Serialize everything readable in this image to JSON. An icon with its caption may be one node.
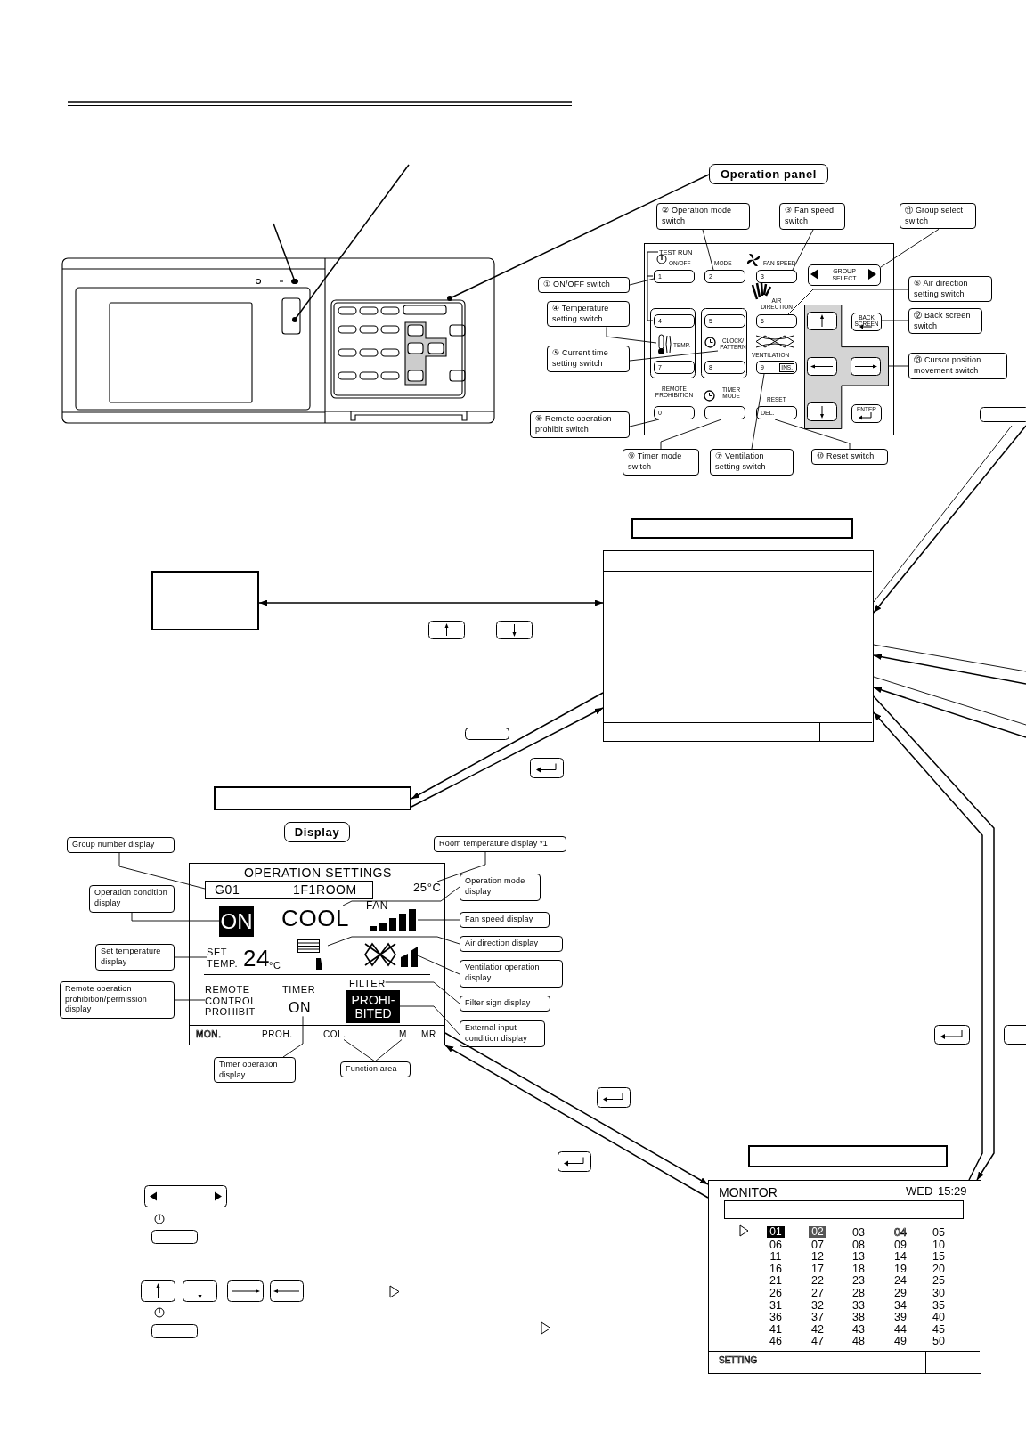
{
  "diagram": {
    "nodes": [
      {
        "text": [
          "Operation panel"
        ]
      },
      {
        "text": [
          "② Operation mode switch"
        ]
      },
      {
        "text": [
          "③ Fan speed switch"
        ]
      },
      {
        "text": [
          "⑪ Group select switch"
        ]
      },
      {
        "text": [
          "⑥ Air direction setting switch"
        ]
      },
      {
        "text": [
          "① ON/OFF switch"
        ]
      },
      {
        "text": [
          "④ Temperature setting switch"
        ]
      },
      {
        "text": [
          "⑫ Back screen switch"
        ]
      },
      {
        "text": [
          "⑤ Current time setting switch"
        ]
      },
      {
        "text": [
          "⑬ Cursor position movement switch"
        ]
      },
      {
        "text": [
          "⑧ Remote operation prohibit switch"
        ]
      },
      {
        "text": [
          "⑨ Timer mode switch"
        ]
      },
      {
        "text": [
          "⑦ Ventilation setting switch"
        ]
      },
      {
        "text": [
          "⑩ Reset switch"
        ]
      },
      {
        "text": [],
        "shape": "box"
      },
      {
        "text": [],
        "shape": "box"
      },
      {
        "text": [],
        "shape": "box"
      },
      {
        "text": [],
        "shape": "box"
      },
      {
        "text": [
          "Display"
        ]
      },
      {
        "text": [
          "Group number display"
        ]
      },
      {
        "text": [
          "Room temperature display *1"
        ]
      },
      {
        "text": [],
        "shape": "box"
      },
      {
        "text": [
          "Operation condition display"
        ]
      },
      {
        "text": [
          "Operation mode display"
        ]
      },
      {
        "text": [
          "Fan speed display"
        ]
      },
      {
        "text": [
          "Air direction display"
        ]
      },
      {
        "text": [
          "Set temperature display"
        ]
      },
      {
        "text": [
          "Ventilatior operation display"
        ]
      },
      {
        "text": [
          "Remote operation prohibition/permission display"
        ]
      },
      {
        "text": [
          "Filter sign display"
        ]
      },
      {
        "text": [
          "External input condition display"
        ]
      },
      {
        "text": [
          "Timer operation display"
        ]
      },
      {
        "text": [
          "Function area"
        ]
      },
      {
        "text": [],
        "shape": "box"
      },
      {
        "text": [],
        "shape": "box"
      },
      {
        "text": [],
        "shape": "picture"
      },
      {
        "text": [],
        "shape": "box"
      },
      {
        "text": [
          "1"
        ],
        "in": 36
      },
      {
        "text": [
          "2"
        ],
        "in": 36
      },
      {
        "text": [
          "3"
        ],
        "in": 36
      },
      {
        "text": [
          "GROUP SELECT"
        ],
        "in": 36
      },
      {
        "text": [
          "4"
        ],
        "in": 36
      },
      {
        "text": [
          "5"
        ],
        "in": 36
      },
      {
        "text": [
          "6"
        ],
        "in": 36
      },
      {
        "text": [
          "BACK SCREEN"
        ],
        "in": 36
      },
      {
        "text": [],
        "shape": "picture",
        "in": 36
      },
      {
        "text": [
          "CLOCK/ PATTERN"
        ],
        "in": 36
      },
      {
        "text": [
          "7"
        ],
        "in": 36
      },
      {
        "text": [
          "8"
        ],
        "in": 36
      },
      {
        "text": [
          "9",
          "INS."
        ],
        "in": 36
      },
      {
        "text": [
          "0"
        ],
        "in": 36
      },
      {
        "text": [],
        "shape": "box",
        "in": 36
      },
      {
        "text": [
          "DEL."
        ],
        "in": 36
      },
      {
        "text": [],
        "shape": "cross",
        "in": 36
      },
      {
        "text": [
          "ENTER"
        ],
        "in": 36
      },
      {
        "text": [
          "G01",
          "1F1ROOM"
        ],
        "in": 21
      },
      {
        "text": [
          "25°C"
        ],
        "in": 21
      },
      {
        "text": [
          "ON"
        ],
        "in": 21
      },
      {
        "text": [
          "COOL"
        ],
        "in": 21
      },
      {
        "text": [
          "FAN"
        ],
        "in": 21
      },
      {
        "text": [],
        "shape": "picture",
        "in": 21
      },
      {
        "text": [
          "SET TEMP."
        ],
        "in": 21
      },
      {
        "text": [],
        "shape": "picture",
        "in": 21
      },
      {
        "text": [
          "REMOTE CONTROL PROHIBIT"
        ],
        "in": 21
      },
      {
        "text": [
          "FILTER"
        ],
        "in": 21
      },
      {
        "text": [
          "ON"
        ],
        "in": 21
      },
      {
        "text": [
          "PROHI- BITED"
        ],
        "in": 21
      },
      {
        "text": [
          "COL."
        ],
        "in": 21
      },
      {
        "text": [
          "M"
        ],
        "in": 21
      }
    ],
    "edges": [
      {
        "from": 0,
        "to": 35,
        "arrow": "other"
      },
      {
        "from": 1,
        "to": 38,
        "arrow": "none"
      },
      {
        "from": 2,
        "to": 39,
        "arrow": "none"
      },
      {
        "from": 3,
        "to": 40,
        "arrow": "none"
      },
      {
        "from": 4,
        "to": 43,
        "arrow": "none"
      },
      {
        "from": 5,
        "to": 37,
        "arrow": "none"
      },
      {
        "from": 6,
        "to": 45,
        "arrow": "none"
      },
      {
        "from": 7,
        "to": 44,
        "arrow": "none"
      },
      {
        "from": 8,
        "to": 46,
        "arrow": "none"
      },
      {
        "from": 9,
        "to": 53,
        "arrow": "none"
      },
      {
        "from": 10,
        "to": 50,
        "arrow": "none"
      },
      {
        "from": 11,
        "to": 51,
        "arrow": "none"
      },
      {
        "from": 12,
        "to": 49,
        "arrow": "none"
      },
      {
        "from": 13,
        "to": 52,
        "arrow": "none"
      },
      {
        "from": 16,
        "to": 15,
        "arrow": "both"
      },
      {
        "from": 15,
        "to": 17,
        "arrow": "to"
      },
      {
        "from": 17,
        "to": 15,
        "arrow": "to"
      },
      {
        "from": null,
        "to": 15,
        "arrow": "to"
      },
      {
        "from": 15,
        "to": null,
        "arrow": "none"
      },
      {
        "from": null,
        "to": 15,
        "arrow": "to"
      },
      {
        "from": 15,
        "to": null,
        "arrow": "none"
      },
      {
        "from": null,
        "to": 15,
        "arrow": "to"
      },
      {
        "from": 15,
        "to": null,
        "arrow": "none"
      },
      {
        "from": 34,
        "to": 15,
        "arrow": "to"
      },
      {
        "from": 15,
        "to": 34,
        "arrow": "to"
      },
      {
        "from": 34,
        "to": 21,
        "arrow": "to"
      },
      {
        "from": 21,
        "to": 34,
        "arrow": "to"
      },
      {
        "from": 19,
        "to": 55,
        "arrow": "none"
      },
      {
        "from": 20,
        "to": 56,
        "arrow": "none"
      },
      {
        "from": 22,
        "to": 57,
        "arrow": "none"
      },
      {
        "from": 23,
        "to": 58,
        "arrow": "none"
      },
      {
        "from": 24,
        "to": 59,
        "arrow": "none"
      },
      {
        "from": 25,
        "to": 60,
        "arrow": "none"
      },
      {
        "from": 26,
        "to": 61,
        "arrow": "none"
      },
      {
        "from": 27,
        "to": 62,
        "arrow": "none"
      },
      {
        "from": 28,
        "to": 63,
        "arrow": "none"
      },
      {
        "from": 29,
        "to": 64,
        "arrow": "none"
      },
      {
        "from": 30,
        "to": 66,
        "arrow": "none"
      },
      {
        "from": 31,
        "to": 65,
        "arrow": "none"
      },
      {
        "from": 32,
        "to": 67,
        "arrow": "none"
      },
      {
        "from": 32,
        "to": 68,
        "arrow": "none"
      },
      {
        "from": null,
        "to": 35,
        "arrow": "other"
      },
      {
        "from": null,
        "to": 35,
        "arrow": "other"
      }
    ],
    "labels": [
      "TEST RUN",
      "ON/OFF",
      "MODE",
      "FAN SPEED",
      "AIR DIRECTION",
      "TEMP.",
      "VENTILATION",
      "REMOTE PROHIBITION",
      "TIMER MODE",
      "RESET",
      "OPERATION SETTINGS",
      "24",
      "°C",
      "TIMER",
      "MON.",
      "PROH.",
      "MR",
      "MONITOR",
      "WED",
      "15:29",
      "01",
      "02",
      "03",
      "04",
      "05",
      "06",
      "07",
      "08",
      "09",
      "10",
      "11",
      "12",
      "13",
      "14",
      "15",
      "16",
      "17",
      "18",
      "19",
      "20",
      "21",
      "22",
      "23",
      "24",
      "25",
      "26",
      "27",
      "28",
      "29",
      "30",
      "31",
      "32",
      "33",
      "34",
      "35",
      "36",
      "37",
      "38",
      "39",
      "40",
      "41",
      "42",
      "43",
      "44",
      "45",
      "46",
      "47",
      "48",
      "49",
      "50",
      "SETTING"
    ]
  }
}
